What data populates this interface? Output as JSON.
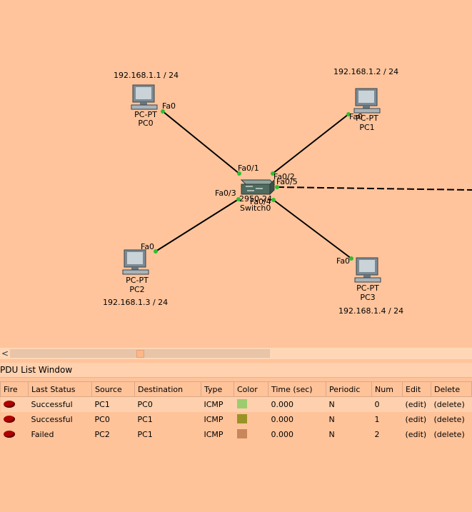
{
  "topology": {
    "pcs": [
      {
        "id": "pc0",
        "type": "PC-PT",
        "name": "PC0",
        "ip": "192.168.1.1 / 24",
        "port": "Fa0"
      },
      {
        "id": "pc1",
        "type": "PC-PT",
        "name": "PC1",
        "ip": "192.168.1.2 / 24",
        "port": "Fa0"
      },
      {
        "id": "pc2",
        "type": "PC-PT",
        "name": "PC2",
        "ip": "192.168.1.3 / 24",
        "port": "Fa0"
      },
      {
        "id": "pc3",
        "type": "PC-PT",
        "name": "PC3",
        "ip": "192.168.1.4 / 24",
        "port": "Fa0"
      }
    ],
    "switch": {
      "model": "2950-24",
      "name": "Switch0",
      "ports": {
        "p1": "Fa0/1",
        "p2": "Fa0/2",
        "p3": "Fa0/3",
        "p4": "Fa0/4",
        "p5": "Fa0/5"
      }
    },
    "link_color": "#000000",
    "port_led_color": "#2fbf2f"
  },
  "pdu_window": {
    "title": "PDU List Window",
    "columns": [
      "Fire",
      "Last Status",
      "Source",
      "Destination",
      "Type",
      "Color",
      "Time (sec)",
      "Periodic",
      "Num",
      "Edit",
      "Delete"
    ],
    "rows": [
      {
        "status": "Successful",
        "source": "PC1",
        "destination": "PC0",
        "type": "ICMP",
        "color": "#9ccc6e",
        "time": "0.000",
        "periodic": "N",
        "num": "0",
        "edit": "(edit)",
        "delete": "(delete)"
      },
      {
        "status": "Successful",
        "source": "PC0",
        "destination": "PC1",
        "type": "ICMP",
        "color": "#999326",
        "time": "0.000",
        "periodic": "N",
        "num": "1",
        "edit": "(edit)",
        "delete": "(delete)"
      },
      {
        "status": "Failed",
        "source": "PC2",
        "destination": "PC1",
        "type": "ICMP",
        "color": "#c8875a",
        "time": "0.000",
        "periodic": "N",
        "num": "2",
        "edit": "(edit)",
        "delete": "(delete)"
      }
    ]
  },
  "scrollbar": {
    "left_arrow": "<"
  }
}
